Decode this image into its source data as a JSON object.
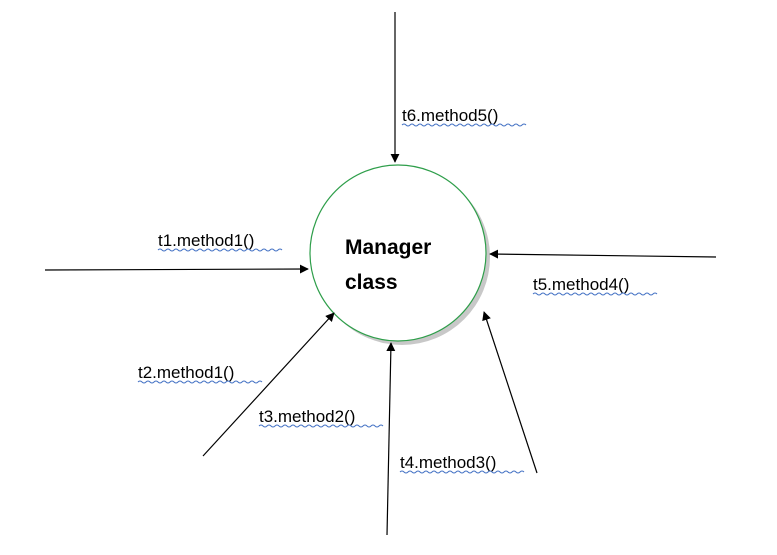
{
  "node": {
    "line1": "Manager",
    "line2": "class",
    "border_color": "#2e9e4a",
    "shadow_color": "#9a9a9a"
  },
  "calls": [
    {
      "label": "t6.method5()"
    },
    {
      "label": "t1.method1()"
    },
    {
      "label": "t5.method4()"
    },
    {
      "label": "t2.method1()"
    },
    {
      "label": "t3.method2()"
    },
    {
      "label": "t4.method3()"
    }
  ]
}
